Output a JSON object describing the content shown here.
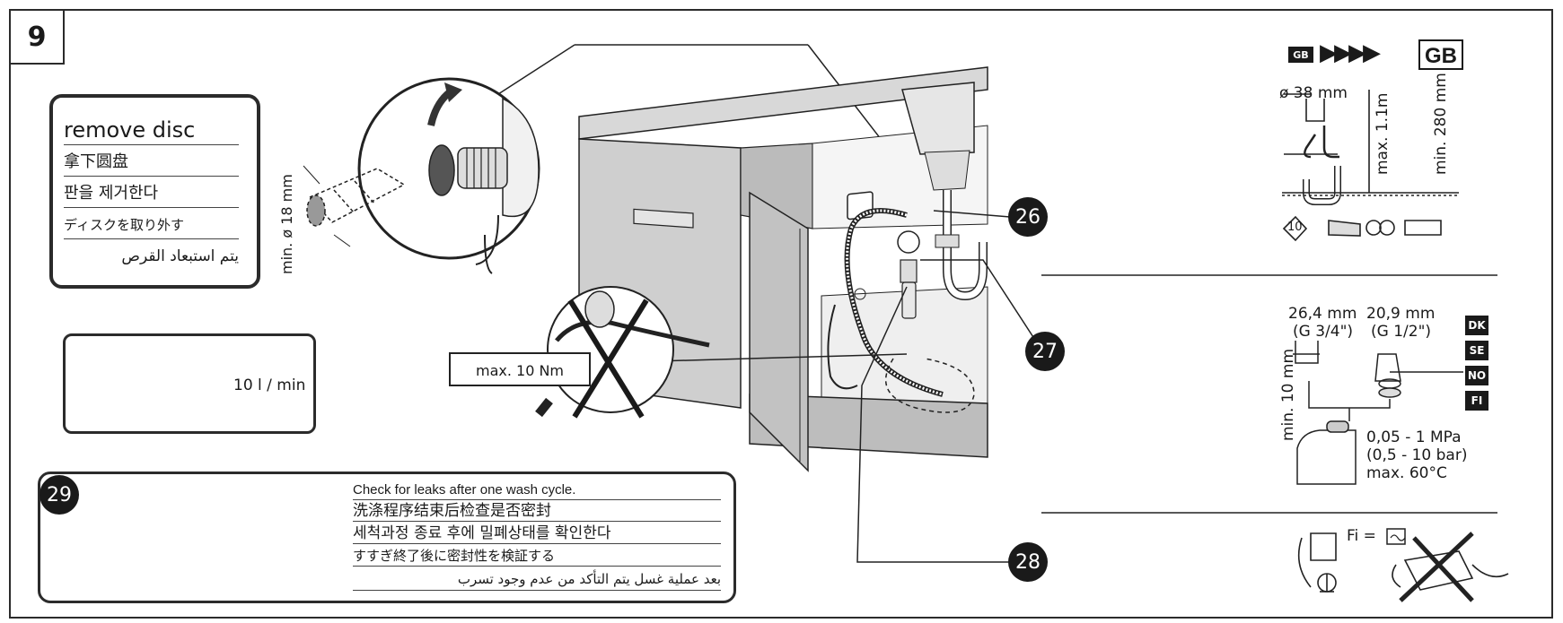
{
  "step": {
    "number": "9"
  },
  "remove_disc": {
    "lines": [
      "remove disc",
      "拿下圆盘",
      "판을 제거한다",
      "ディスクを取り外す",
      "يتم استبعاد القرص"
    ]
  },
  "hose_dim": {
    "label": "min. ø 18 mm"
  },
  "flow": {
    "label": "10 l / min"
  },
  "torque": {
    "label": "max. 10 Nm"
  },
  "leak_check": {
    "callout": "29",
    "lines": [
      "Check for leaks after one wash cycle.",
      "洗涤程序结束后检查是否密封",
      "세척과정 종료 후에 밀폐상태를 확인한다",
      "すすぎ終了後に密封性を検証する",
      "بعد عملية غسل يتم التأكد من عدم وجود تسرب"
    ]
  },
  "callouts": {
    "c26": "26",
    "c27": "27",
    "c28": "28"
  },
  "gb_panel": {
    "small_flag": "GB",
    "arrows": "▶▶▶▶",
    "big_flag": "GB",
    "diameter": "ø 38 mm",
    "max_height": "max. 1.1m",
    "min_height": "min. 280 mm",
    "part_number": "10"
  },
  "connector_panel": {
    "size_a": "26,4 mm",
    "thread_a": "(G 3/4\")",
    "size_b": "20,9 mm",
    "thread_b": "(G 1/2\")",
    "min_len": "min. 10 mm",
    "pressure": "0,05 - 1 MPa",
    "pressure_bar": "(0,5 - 10 bar)",
    "max_temp": "max. 60°C",
    "flags": [
      "DK",
      "SE",
      "NO",
      "FI"
    ]
  },
  "electric_panel": {
    "label": "Fi ="
  }
}
